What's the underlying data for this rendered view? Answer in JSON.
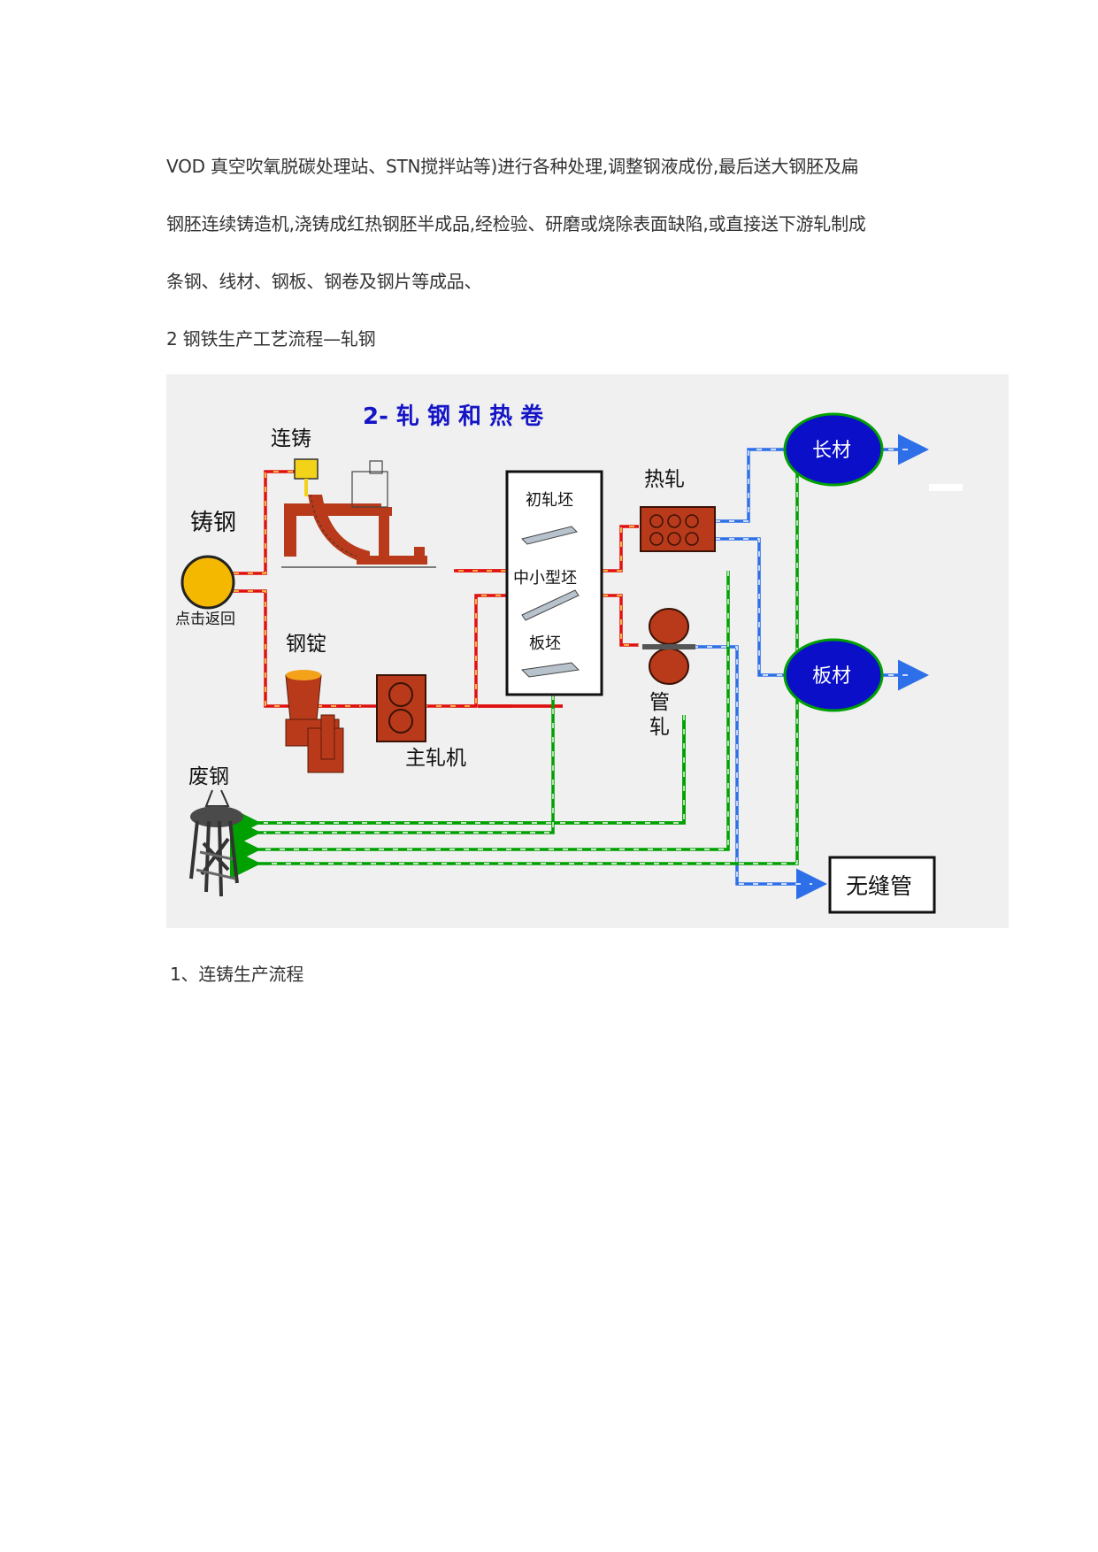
{
  "text": {
    "p1": "VOD 真空吹氧脱碳处理站、STN搅拌站等)进行各种处理,调整钢液成份,最后送大钢胚及扁",
    "p2": "钢胚连续铸造机,浇铸成红热钢胚半成品,经检验、研磨或烧除表面缺陷,或直接送下游轧制成",
    "p3": "条钢、线材、钢板、钢卷及钢片等成品、",
    "heading": "2 钢铁生产工艺流程—轧钢",
    "section": "1、连铸生产流程"
  },
  "diagram": {
    "title": "2- 轧 钢 和 热 卷",
    "casting_steel": "铸钢",
    "click_return": "点击返回",
    "continuous_casting": "连铸",
    "ingot": "钢锭",
    "main_mill": "主轧机",
    "scrap": "废钢",
    "billet_box": [
      "初轧坯",
      "中小型坯",
      "板坯"
    ],
    "hot_rolling": "热轧",
    "tube_rolling": [
      "管",
      "轧"
    ],
    "long_products": "长材",
    "flat_products": "板材",
    "seamless_tube": "无缝管"
  },
  "colors": {
    "red_line": "#e01010",
    "green_line": "#00a000",
    "blue_line": "#2d6fe8",
    "yellow_circle": "#f5b800",
    "blue_circle": "#0b10c8",
    "machine": "#b83a1a",
    "title": "#1515c8"
  }
}
